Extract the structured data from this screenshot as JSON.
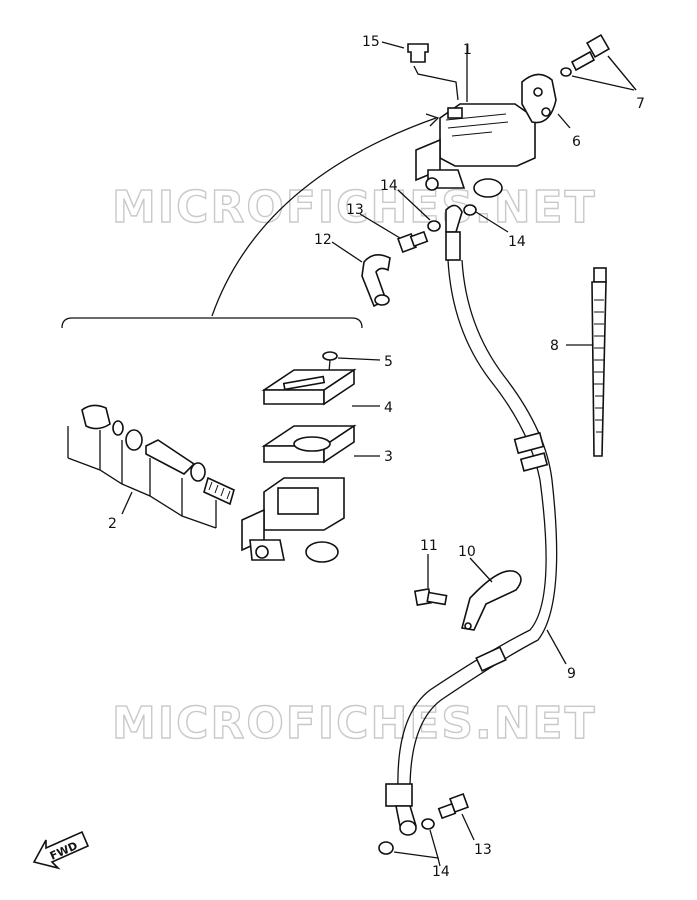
{
  "watermarks": [
    "MICROFICHES.NET",
    "MICROFICHES.NET"
  ],
  "fwd_label": "FWD",
  "callouts": {
    "c1": "1",
    "c2": "2",
    "c3": "3",
    "c4": "4",
    "c5": "5",
    "c6": "6",
    "c7": "7",
    "c8": "8",
    "c9": "9",
    "c10": "10",
    "c11": "11",
    "c12": "12",
    "c13a": "13",
    "c13b": "13",
    "c14a": "14",
    "c14b": "14",
    "c14c": "14",
    "c15": "15"
  }
}
